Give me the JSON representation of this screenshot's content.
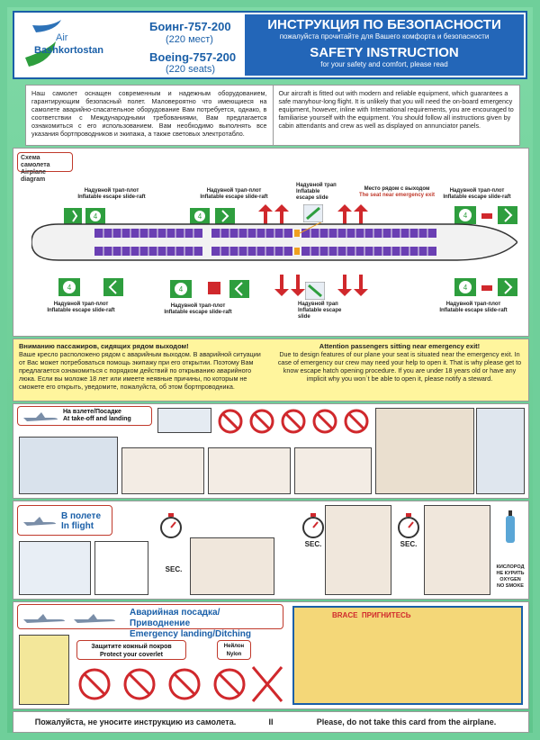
{
  "header": {
    "brand_air": "Air",
    "brand_name": "Bashkortostan",
    "model_ru": "Боинг-757-200",
    "seats_ru": "(220 мест)",
    "model_en": "Boeing-757-200",
    "seats_en": "(220 seats)",
    "title_ru": "ИНСТРУКЦИЯ ПО БЕЗОПАСНОСТИ",
    "subtitle_ru": "пожалуйста прочитайте для Вашего комфорта и безопасности",
    "title_en": "SAFETY INSTRUCTION",
    "subtitle_en": "for your safety and comfort, please read"
  },
  "intro": {
    "ru": "Наш самолет оснащен современным и надежным оборудованием, гарантирующим безопасный полет. Маловероятно что имеющиеся на самолете аварийно-спасательное оборудование Вам потребуется, однако, в соответствии с Международными требованиями, Вам предлагается ознакомиться с его использованием. Вам необходимо выполнять все указания бортпроводников и экипажа, а также световых электротабло.",
    "en": "Our aircraft is fitted out with modern and reliable equipment, which guarantees a safe manyhour-long flight. It is unlikely that you will need the on-board emergency equipment, however, inline with International requirements, you are encouraged to familiarise yourself with the equipment. You should follow all instructions given by cabin attendants and crew as well as displayed on annunciator panels."
  },
  "diagram": {
    "title_ru": "Схема самолета",
    "title_en": "Airplane diagram",
    "slide_raft_ru": "Надувной трап-плот",
    "slide_raft_en": "Inflatable escape slide-raft",
    "slide_ru": "Надувной трап",
    "slide_en": "Inflatable escape slide",
    "near_exit_ru": "Место рядом с выходом",
    "near_exit_en": "The seat near emergency exit"
  },
  "attention": {
    "title_ru": "Вниманию пассажиров, сидящих рядом выходом!",
    "text_ru": "Ваше кресло расположено рядом с аварийным выходом. В аварийной ситуации от Вас может потребоваться помощь экипажу при его открытии. Поэтому Вам предлагается ознакомиться с порядком действий по открыванию аварийного люка. Если вы моложе 18 лет или имеете неявные причины, по которым не сможете его открыть, уведомите, пожалуйста, об этом бортпроводника.",
    "title_en": "Attention passengers sitting near emergency exit!",
    "text_en": "Due to design features of our plane your seat is situated near the emergency exit. In case of emergency our crew may need your help to open it. That is why please get to know escape hatch opening procedure. If you are under 18 years old or have any implicit why you won`t be able to open it, please notify a steward."
  },
  "takeoff": {
    "label_ru": "На взлете/Посадке",
    "label_en": "At take-off and landing"
  },
  "inflight": {
    "label_ru": "В полете",
    "label_en": "In flight",
    "sec": "SEC.",
    "oxygen_ru": "КИСЛОРОД",
    "nosmoke_ru": "НЕ КУРИТЬ",
    "oxygen_en": "OXYGEN",
    "nosmoke_en": "NO SMOKE"
  },
  "emergency": {
    "label_ru": "Аварийная посадка/Приводнение",
    "label_en": "Emergency landing/Ditching",
    "protect_ru": "Защитите кожный покров",
    "protect_en": "Protect your coverlet",
    "nylon_ru": "Нейлон",
    "nylon_en": "Nylon",
    "brace_en": "BRACE",
    "brace_ru": "ПРИГНИТЕСЬ"
  },
  "footer": {
    "ru": "Пожалуйста, не уносите инструкцию из самолета.",
    "page": "II",
    "en": "Please, do not take this card from the airplane."
  },
  "colors": {
    "brand_blue": "#2366b8",
    "exit_green": "#2e9e3e",
    "warn_red": "#d0282c",
    "seat_purple": "#6a3fb3"
  }
}
